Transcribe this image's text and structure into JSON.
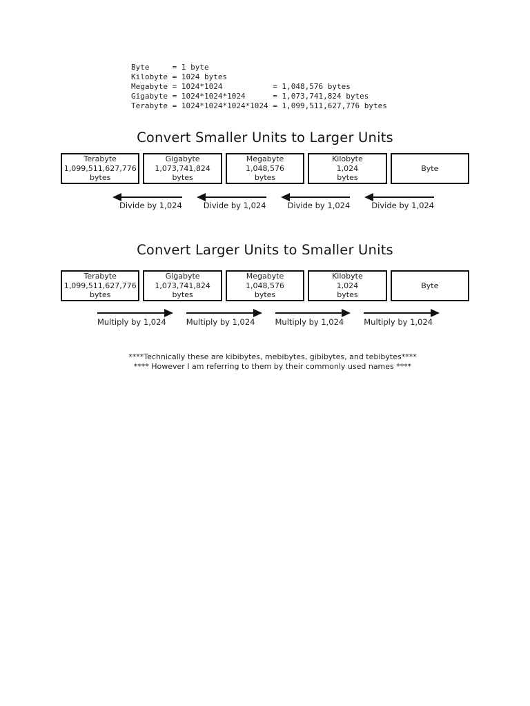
{
  "definitions": {
    "lines": [
      "Byte     = 1 byte",
      "Kilobyte = 1024 bytes",
      "Megabyte = 1024*1024           = 1,048,576 bytes",
      "Gigabyte = 1024*1024*1024      = 1,073,741,824 bytes",
      "Terabyte = 1024*1024*1024*1024 = 1,099,511,627,776 bytes"
    ]
  },
  "section_divide": {
    "title": "Convert Smaller Units to Larger Units",
    "arrow_label": "Divide by 1,024",
    "arrow_direction": "left",
    "arrow_count": 4
  },
  "section_multiply": {
    "title": "Convert Larger Units to Smaller Units",
    "arrow_label": "Multiply by 1,024",
    "arrow_direction": "right",
    "arrow_count": 4
  },
  "units": [
    {
      "name": "Terabyte",
      "value": "1,099,511,627,776",
      "suffix": "bytes"
    },
    {
      "name": "Gigabyte",
      "value": "1,073,741,824",
      "suffix": "bytes"
    },
    {
      "name": "Megabyte",
      "value": "1,048,576",
      "suffix": "bytes"
    },
    {
      "name": "Kilobyte",
      "value": "1,024",
      "suffix": "bytes"
    },
    {
      "name": "Byte",
      "value": "",
      "suffix": ""
    }
  ],
  "footnote": {
    "line1": "****Technically these are kibibytes, mebibytes, gibibytes, and tebibytes****",
    "line2": "**** However I am referring to them by their commonly used names ****"
  },
  "colors": {
    "background": "#ffffff",
    "ink": "#1a1a1a",
    "box_border": "#111111"
  }
}
